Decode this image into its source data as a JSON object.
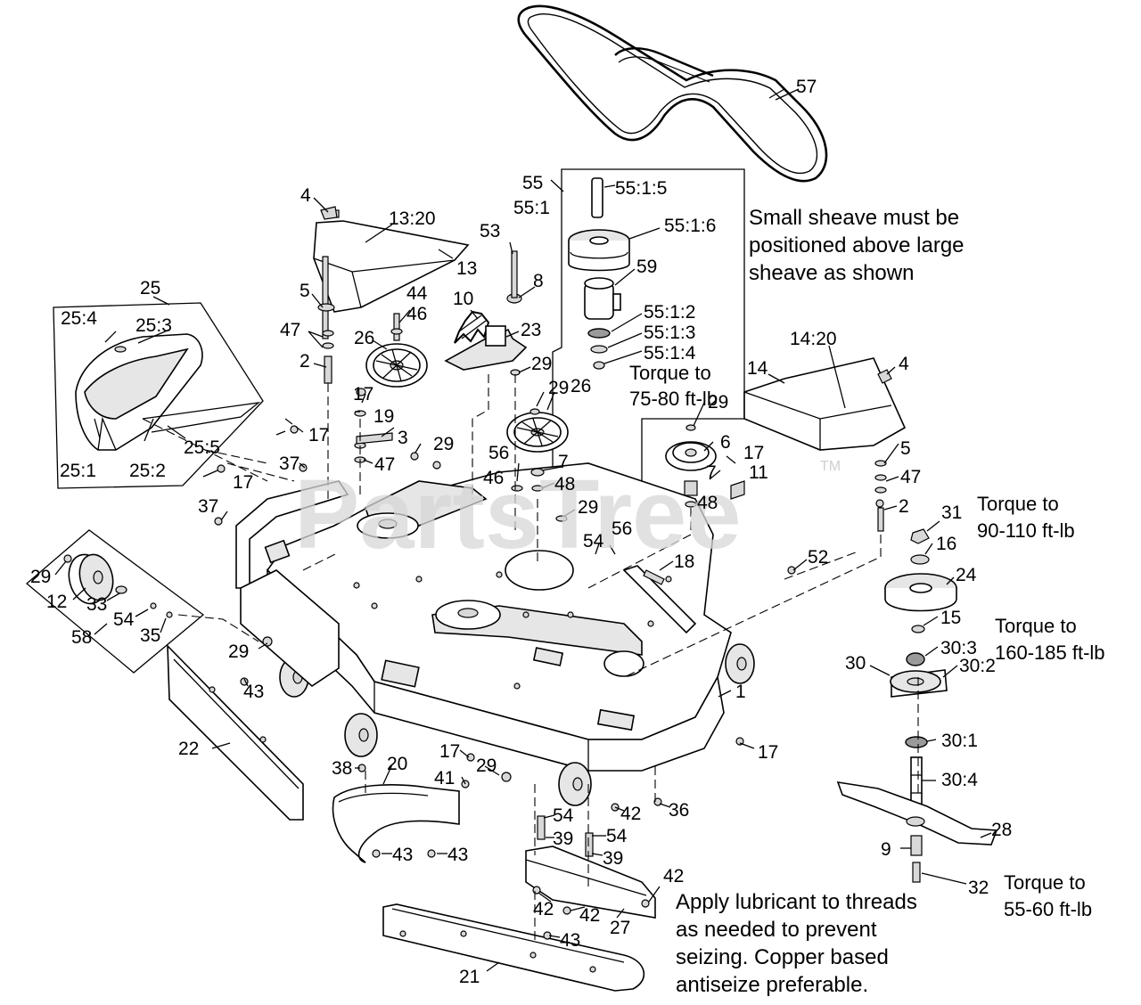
{
  "diagram": {
    "callouts": {
      "c57": "57",
      "c55": "55",
      "c55_1": "55:1",
      "c55_1_5": "55:1:5",
      "c55_1_6": "55:1:6",
      "c59": "59",
      "c55_1_2": "55:1:2",
      "c55_1_3": "55:1:3",
      "c55_1_4": "55:1:4",
      "c4a": "4",
      "c13_20": "13:20",
      "c13": "13",
      "c53": "53",
      "c8": "8",
      "c5a": "5",
      "c44": "44",
      "c46a": "46",
      "c10": "10",
      "c23": "23",
      "c47a": "47",
      "c26a": "26",
      "c2a": "2",
      "c29a": "29",
      "c29b": "29",
      "c26b": "26",
      "c25": "25",
      "c25_4": "25:4",
      "c25_3": "25:3",
      "c25_1": "25:1",
      "c25_2": "25:2",
      "c25_5": "25:5",
      "c17a": "17",
      "c17b": "17",
      "c19": "19",
      "c3": "3",
      "c47b": "47",
      "c29c": "29",
      "c17c": "17",
      "c37a": "37",
      "c37b": "37",
      "c56a": "56",
      "c46b": "46",
      "c7a": "7",
      "c48a": "48",
      "c29d": "29",
      "c6": "6",
      "c17d": "17",
      "c11": "11",
      "c7b": "7",
      "c48b": "48",
      "c29e": "29",
      "c54a": "54",
      "c56b": "56",
      "c14_20": "14:20",
      "c14": "14",
      "c4b": "4",
      "c5b": "5",
      "c47c": "47",
      "c2b": "2",
      "c52": "52",
      "c18": "18",
      "c31": "31",
      "c16": "16",
      "c24": "24",
      "c15": "15",
      "c30_3": "30:3",
      "c30": "30",
      "c30_2": "30:2",
      "c30_1": "30:1",
      "c30_4": "30:4",
      "c28": "28",
      "c9": "9",
      "c32": "32",
      "c29f": "29",
      "c12": "12",
      "c33": "33",
      "c54b": "54",
      "c35": "35",
      "c58": "58",
      "c29g": "29",
      "c43a": "43",
      "c22": "22",
      "c1": "1",
      "c17e": "17",
      "c38": "38",
      "c20": "20",
      "c17f": "17",
      "c41": "41",
      "c29h": "29",
      "c42a": "42",
      "c36": "36",
      "c54c": "54",
      "c39a": "39",
      "c54d": "54",
      "c39b": "39",
      "c43b": "43",
      "c43c": "43",
      "c42b": "42",
      "c42c": "42",
      "c42d": "42",
      "c27": "27",
      "c43d": "43",
      "c21": "21"
    },
    "notes": {
      "sheave_l1": "Small sheave must be",
      "sheave_l2": "positioned above large",
      "sheave_l3": "sheave as shown",
      "lub_l1": "Apply lubricant to threads",
      "lub_l2": "as needed to prevent",
      "lub_l3": "seizing. Copper based",
      "lub_l4": "antiseize preferable."
    },
    "torques": {
      "t1_l1": "Torque to",
      "t1_l2": "75-80 ft-lb",
      "t2_l1": "Torque to",
      "t2_l2": "90-110 ft-lb",
      "t3_l1": "Torque to",
      "t3_l2": "160-185 ft-lb",
      "t4_l1": "Torque to",
      "t4_l2": "55-60 ft-lb"
    },
    "watermark": {
      "text": "PartsTree",
      "tm": "TM"
    }
  }
}
